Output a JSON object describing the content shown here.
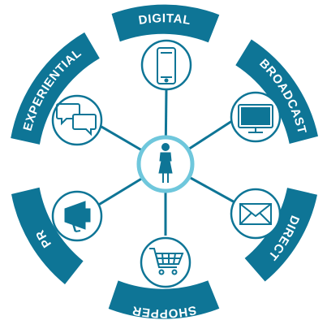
{
  "colors": {
    "ring": "#0E7596",
    "spoke": "#0E7596",
    "node_fill": "#ffffff",
    "center_ring": "#6FC7DC",
    "center_fill": "#ffffff",
    "label_text": "#ffffff"
  },
  "center": {
    "icon": "person-icon"
  },
  "segments": [
    {
      "key": "digital",
      "label": "DIGITAL",
      "icon": "smartphone-icon"
    },
    {
      "key": "broadcast",
      "label": "BROADCAST",
      "icon": "television-icon"
    },
    {
      "key": "direct",
      "label": "DIRECT",
      "icon": "envelope-icon"
    },
    {
      "key": "shopper",
      "label": "SHOPPER",
      "icon": "shopping-cart-icon"
    },
    {
      "key": "pr",
      "label": "PR",
      "icon": "megaphone-icon"
    },
    {
      "key": "experiential",
      "label": "EXPERIENTIAL",
      "icon": "speech-bubbles-icon"
    }
  ]
}
